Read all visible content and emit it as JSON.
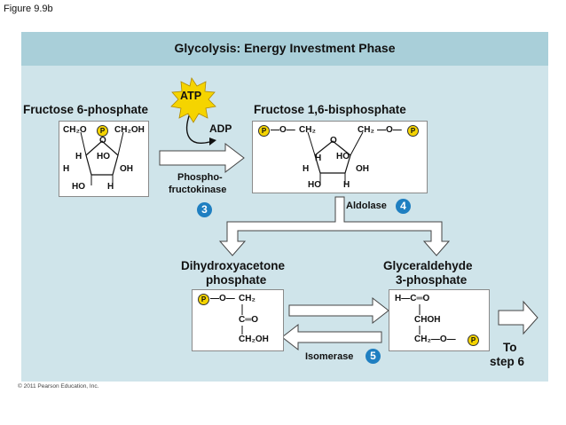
{
  "figure_label": "Figure 9.9b",
  "title": "Glycolysis: Energy Investment Phase",
  "atp_label": "ATP",
  "adp_label": "ADP",
  "molecules": {
    "fructose6p": "Fructose 6-phosphate",
    "fructose16bp": "Fructose 1,6-bisphosphate",
    "dhap_line1": "Dihydroxyacetone",
    "dhap_line2": "phosphate",
    "g3p_line1": "Glyceraldehyde",
    "g3p_line2": "3-phosphate"
  },
  "enzymes": {
    "pfk_line1": "Phospho-",
    "pfk_line2": "fructokinase",
    "pfk_step": "3",
    "aldolase": "Aldolase",
    "aldolase_step": "4",
    "isomerase": "Isomerase",
    "isomerase_step": "5"
  },
  "to_step_line1": "To",
  "to_step_line2": "step 6",
  "copyright": "© 2011 Pearson Education, Inc.",
  "struct": {
    "ch2o": "CH₂O",
    "ch2oh": "CH₂OH",
    "h": "H",
    "ho": "HO",
    "oh": "OH",
    "o": "O",
    "p": "P",
    "ch2": "CH₂",
    "o_dash": "—O—",
    "c_eq_o": "C═O",
    "h_c_eq_o": "H—C═O",
    "choh": "CHOH",
    "ch2_o_p": "CH₂—O—"
  },
  "colors": {
    "panel": "#cfe4ea",
    "title_bar": "#a9cfd9",
    "atp_burst": "#f5d400",
    "step_circle": "#1f7fc1",
    "phosphate": "#f5d400"
  }
}
